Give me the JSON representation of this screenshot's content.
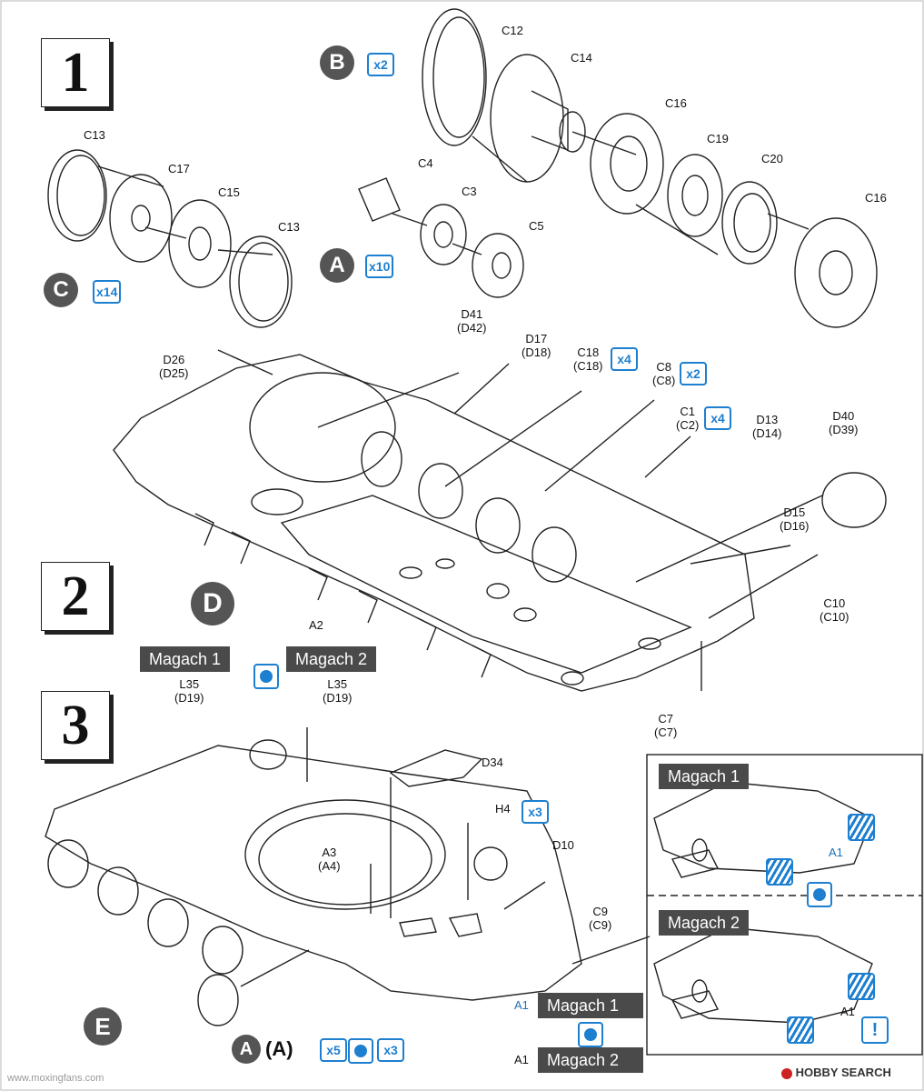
{
  "steps": [
    "1",
    "2",
    "3"
  ],
  "circles": {
    "a": "A",
    "b": "B",
    "c": "C",
    "d": "D",
    "e": "E",
    "a2": "A",
    "a3": "(A)"
  },
  "qty": {
    "b": "x2",
    "a": "x10",
    "c": "x14",
    "c18": "x4",
    "c8": "x2",
    "c1": "x4",
    "h4": "x3",
    "a5": "x5",
    "a3": "x3"
  },
  "parts": {
    "c12": "C12",
    "c14": "C14",
    "c16a": "C16",
    "c19": "C19",
    "c20": "C20",
    "c16b": "C16",
    "c4": "C4",
    "c3": "C3",
    "c5": "C5",
    "c13a": "C13",
    "c17": "C17",
    "c15": "C15",
    "c13b": "C13",
    "d41": "D41\n(D42)",
    "d17": "D17\n(D18)",
    "c18": "C18\n(C18)",
    "c8": "C8\n(C8)",
    "c1": "C1\n(C2)",
    "d13": "D13\n(D14)",
    "d40": "D40\n(D39)",
    "d26": "D26\n(D25)",
    "d15": "D15\n(D16)",
    "c10": "C10\n(C10)",
    "a2": "A2",
    "c7": "C7\n(C7)",
    "l35a": "L35\n(D19)",
    "l35b": "L35\n(D19)",
    "d34": "D34",
    "h4": "H4",
    "a3": "A3\n(A4)",
    "d10": "D10",
    "c9": "C9\n(C9)"
  },
  "variants": {
    "m1": "Magach 1",
    "m2": "Magach 2"
  },
  "inset": {
    "m1": "Magach 1",
    "m2": "Magach 2",
    "a1a": "A1",
    "a1b": "A1"
  },
  "bottom": {
    "a1_blue": "A1",
    "m1": "Magach 1",
    "a1": "A1",
    "m2": "Magach 2"
  },
  "footer": {
    "brand": "HOBBY SEARCH",
    "site": "www.moxingfans.com"
  },
  "colors": {
    "accent": "#1d7fd0",
    "tag_bg": "#4a4a4a",
    "circle_bg": "#555555"
  }
}
